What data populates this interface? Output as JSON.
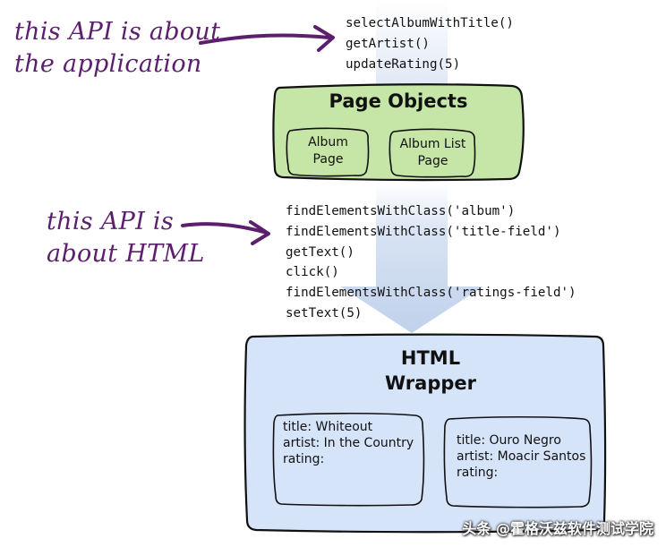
{
  "notes": {
    "application": [
      "this API is about",
      "the application"
    ],
    "html": [
      "this API is",
      "about HTML"
    ]
  },
  "app_api_calls": [
    "selectAlbumWithTitle()",
    "getArtist()",
    "updateRating(5)"
  ],
  "html_api_calls": [
    "findElementsWithClass('album')",
    "findElementsWithClass('title-field')",
    "getText()",
    "click()",
    "findElementsWithClass('ratings-field')",
    "setText(5)"
  ],
  "page_objects": {
    "title": "Page Objects",
    "pages": [
      {
        "label": [
          "Album",
          "Page"
        ]
      },
      {
        "label": [
          "Album List",
          "Page"
        ]
      }
    ]
  },
  "html_wrapper": {
    "title": [
      "HTML",
      "Wrapper"
    ],
    "albums": [
      {
        "title": "title: Whiteout",
        "artist": "artist: In the Country",
        "rating": "rating:"
      },
      {
        "title": "title: Ouro Negro",
        "artist": "artist: Moacir Santos",
        "rating": "rating:"
      }
    ]
  },
  "watermark": "头条 @霍格沃兹软件测试学院",
  "colors": {
    "note_ink": "#5b1f6e",
    "page_objects_fill": "#c5e6a6",
    "html_wrapper_fill": "#d6e4fa",
    "flow_arrow": "#c9d8ef"
  },
  "icons": [
    "hand-drawn-arrow-icon",
    "flow-arrow-icon"
  ]
}
